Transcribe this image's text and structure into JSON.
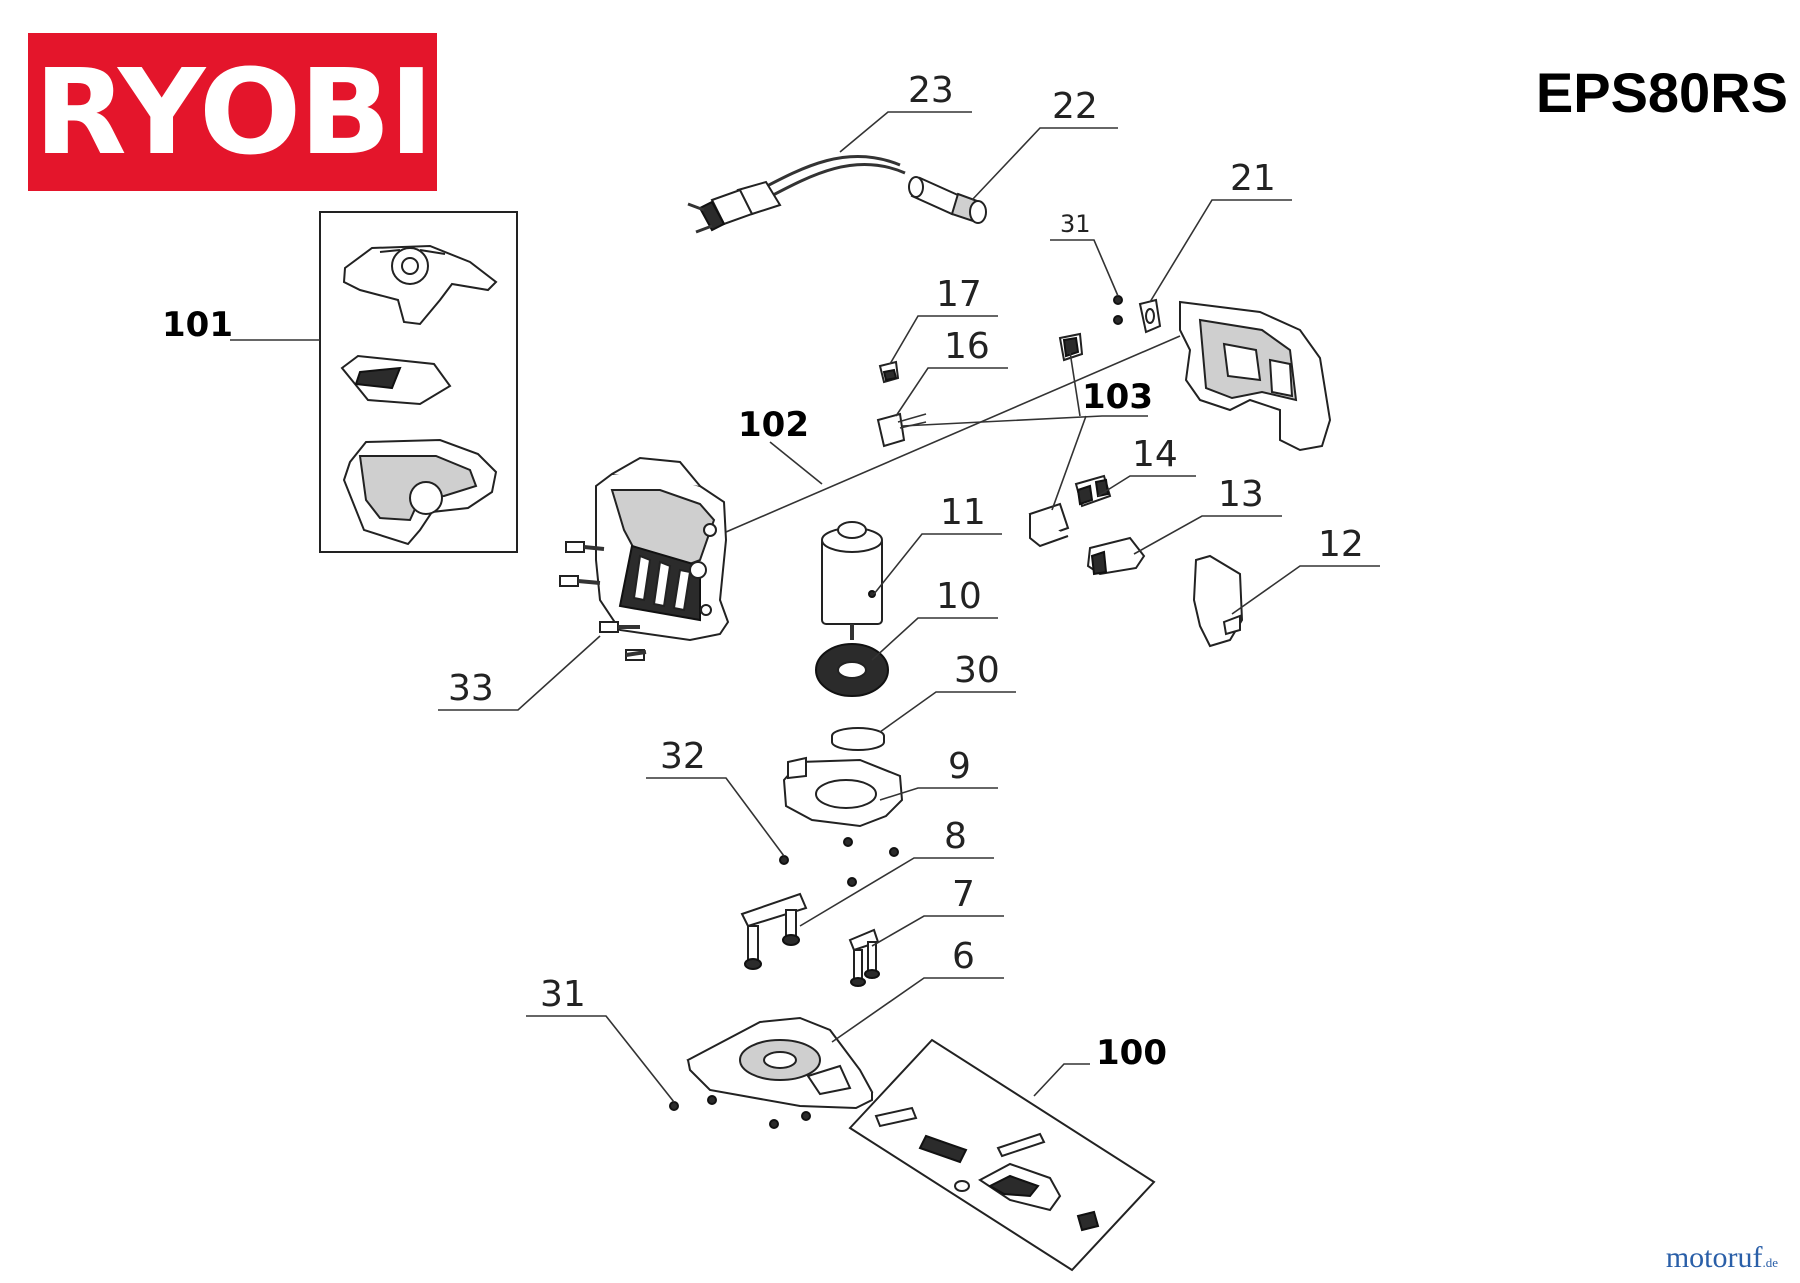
{
  "header": {
    "brand": "RYOBI",
    "model": "EPS80RS",
    "brand_color": "#e4152b"
  },
  "watermark": {
    "name": "motoruf",
    "suffix": ".de",
    "color": "#2a5fa8"
  },
  "callouts": [
    {
      "id": "c23",
      "label": "23"
    },
    {
      "id": "c22",
      "label": "22"
    },
    {
      "id": "c21",
      "label": "21"
    },
    {
      "id": "c31a",
      "label": "31"
    },
    {
      "id": "c17",
      "label": "17"
    },
    {
      "id": "c16",
      "label": "16"
    },
    {
      "id": "c103",
      "label": "103"
    },
    {
      "id": "c101",
      "label": "101"
    },
    {
      "id": "c102",
      "label": "102"
    },
    {
      "id": "c14",
      "label": "14"
    },
    {
      "id": "c13",
      "label": "13"
    },
    {
      "id": "c12",
      "label": "12"
    },
    {
      "id": "c11",
      "label": "11"
    },
    {
      "id": "c10",
      "label": "10"
    },
    {
      "id": "c30",
      "label": "30"
    },
    {
      "id": "c33",
      "label": "33"
    },
    {
      "id": "c32",
      "label": "32"
    },
    {
      "id": "c9",
      "label": "9"
    },
    {
      "id": "c8",
      "label": "8"
    },
    {
      "id": "c7",
      "label": "7"
    },
    {
      "id": "c6",
      "label": "6"
    },
    {
      "id": "c31b",
      "label": "31"
    },
    {
      "id": "c100",
      "label": "100"
    }
  ]
}
